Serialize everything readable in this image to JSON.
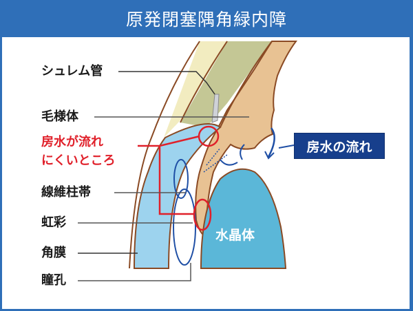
{
  "header": {
    "title": "原発閉塞隅角緑内障"
  },
  "labels": {
    "schlemm_canal": "シュレム管",
    "ciliary_body": "毛様体",
    "obstruction_line1": "房水が流れ",
    "obstruction_line2": "にくいところ",
    "zonule": "線維柱帯",
    "iris": "虹彩",
    "cornea": "角膜",
    "pupil": "瞳孔",
    "lens": "水晶体"
  },
  "badge": {
    "aqueous_flow": "房水の流れ"
  },
  "colors": {
    "header_bg": "#2f6fb8",
    "badge_bg": "#173f8c",
    "highlight_red": "#e0202a",
    "cornea_blue": "#9dd3ee",
    "lens_blue": "#5bb7d8",
    "tissue_tan": "#e8c293",
    "sclera_green": "#c4c795",
    "sclera_cream": "#f2ecc0",
    "outline_brown": "#8a4a24",
    "flow_arrow": "#1f4fa5"
  }
}
